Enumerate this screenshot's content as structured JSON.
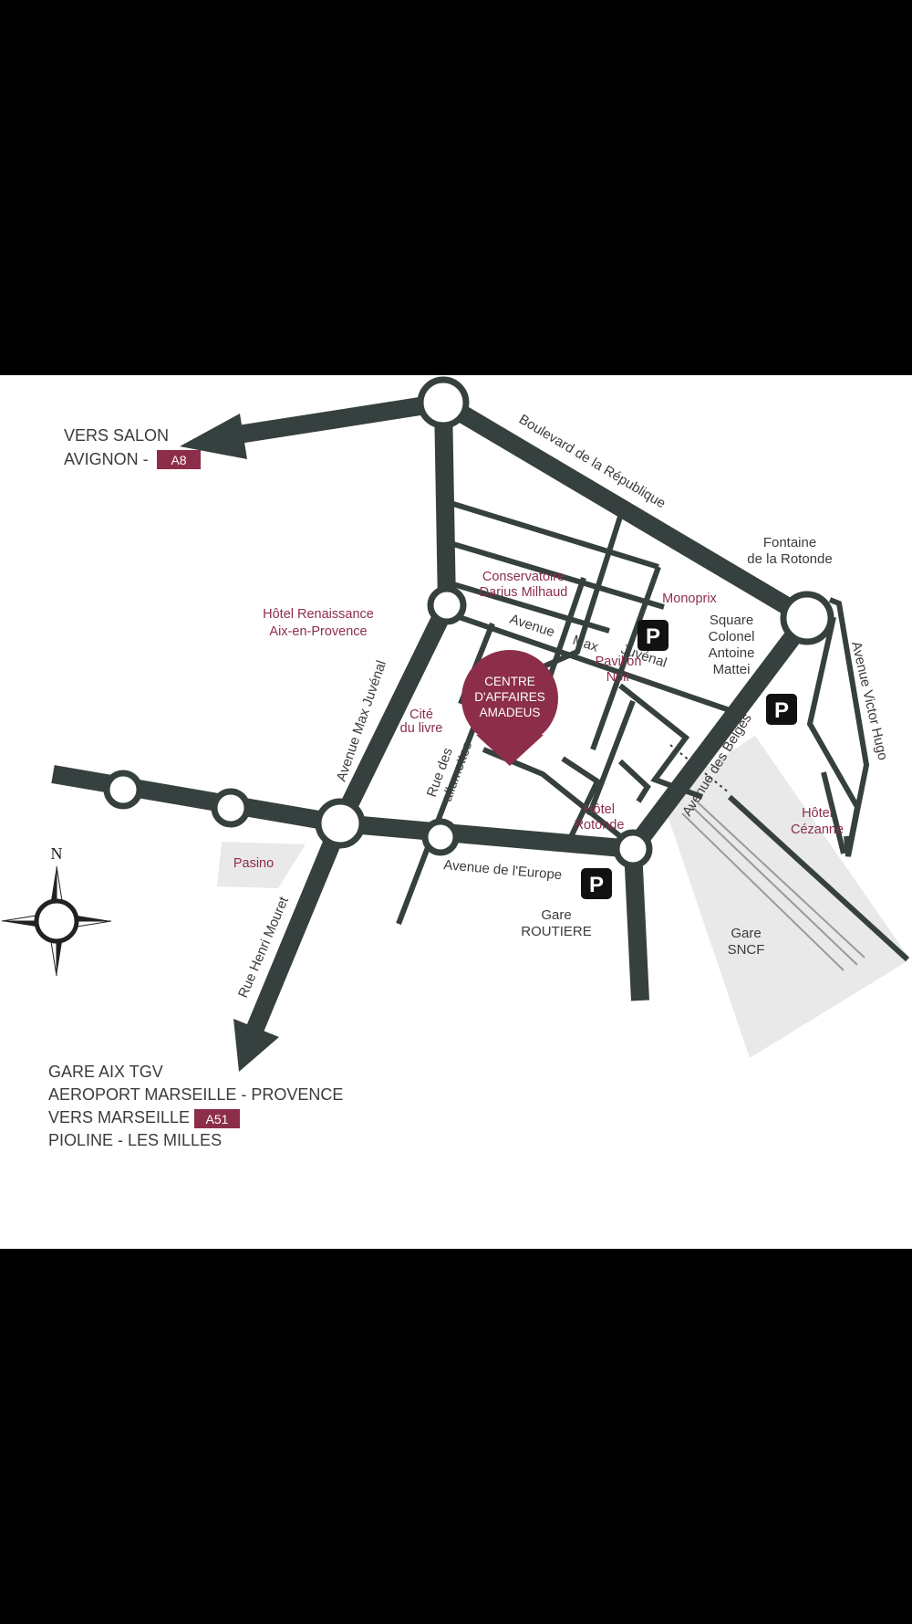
{
  "directions": {
    "northwest": {
      "line1": "VERS SALON",
      "line2": "AVIGNON -",
      "badge": "A8"
    },
    "south": {
      "line1": "GARE AIX TGV",
      "line2": "AEROPORT MARSEILLE - PROVENCE",
      "line3": "VERS MARSEILLE",
      "badge": "A51",
      "line4": "PIOLINE - LES MILLES"
    }
  },
  "streets": {
    "boulevard_republique": "Boulevard de la République",
    "avenue_max_juvenal": "Avenue Max Juvénal",
    "avenue": "Avenue",
    "max": "Max",
    "juvenal": "Juvénal",
    "rue_allumettes_1": "Rue des",
    "rue_allumettes_2": "allumettes",
    "avenue_europe": "Avenue de l'Europe",
    "rue_henri_mouret": "Rue Henri Mouret",
    "avenue_belges": "Avenue des Belges",
    "avenue_victor_hugo": "Avenue Victor Hugo"
  },
  "places": {
    "fontaine_1": "Fontaine",
    "fontaine_2": "de la Rotonde",
    "square_1": "Square",
    "square_2": "Colonel",
    "square_3": "Antoine",
    "square_4": "Mattei",
    "gare_routiere_1": "Gare",
    "gare_routiere_2": "ROUTIERE",
    "gare_sncf_1": "Gare",
    "gare_sncf_2": "SNCF"
  },
  "pois": {
    "hotel_renaissance_1": "Hôtel Renaissance",
    "hotel_renaissance_2": "Aix-en-Provence",
    "conservatoire_1": "Conservatoire",
    "conservatoire_2": "Darius  Milhaud",
    "monoprix": "Monoprix",
    "cite_1": "Cité",
    "cite_2": "du livre",
    "pavillon_1": "Pavillon",
    "pavillon_2": "Noir",
    "hotel_rotonde_1": "Hôtel",
    "hotel_rotonde_2": "Rotonde",
    "hotel_cezanne_1": "Hôtel",
    "hotel_cezanne_2": "Cézanne",
    "pasino": "Pasino"
  },
  "destination": {
    "line1": "CENTRE",
    "line2": "D'AFFAIRES",
    "line3": "AMADEUS"
  },
  "parking": {
    "symbol": "P"
  },
  "compass": {
    "north": "N"
  },
  "colors": {
    "road": "#35403f",
    "accent": "#8c2e4a",
    "area": "#e8e9e8",
    "background_band": "#000000"
  }
}
